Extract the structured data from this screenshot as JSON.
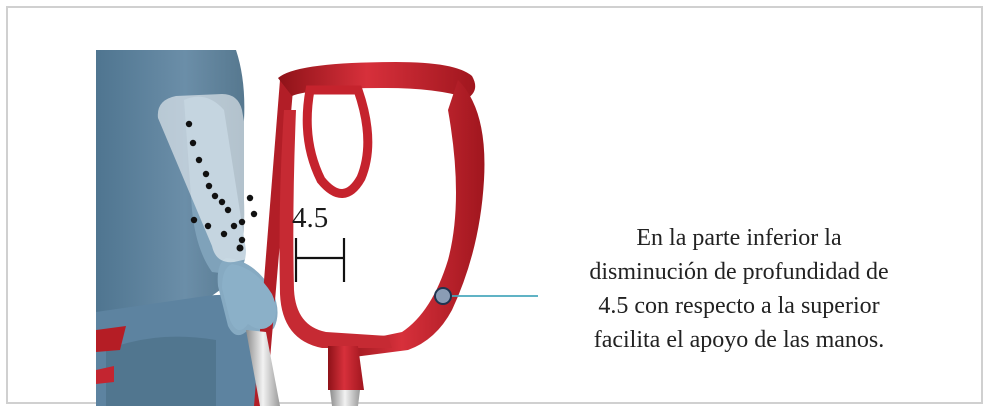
{
  "measurement": {
    "value": "4.5"
  },
  "caption": {
    "lines": [
      "En la parte inferior la",
      "disminución de profundidad de",
      "4.5 con respecto a la superior",
      "facilita el apoyo  de las manos."
    ]
  },
  "colors": {
    "frame_red": "#c8202c",
    "figure_blue": "#5a7f98",
    "callout_line": "#4aa8bd",
    "marker_fill": "#8a9cb5",
    "marker_stroke": "#1f3450"
  }
}
